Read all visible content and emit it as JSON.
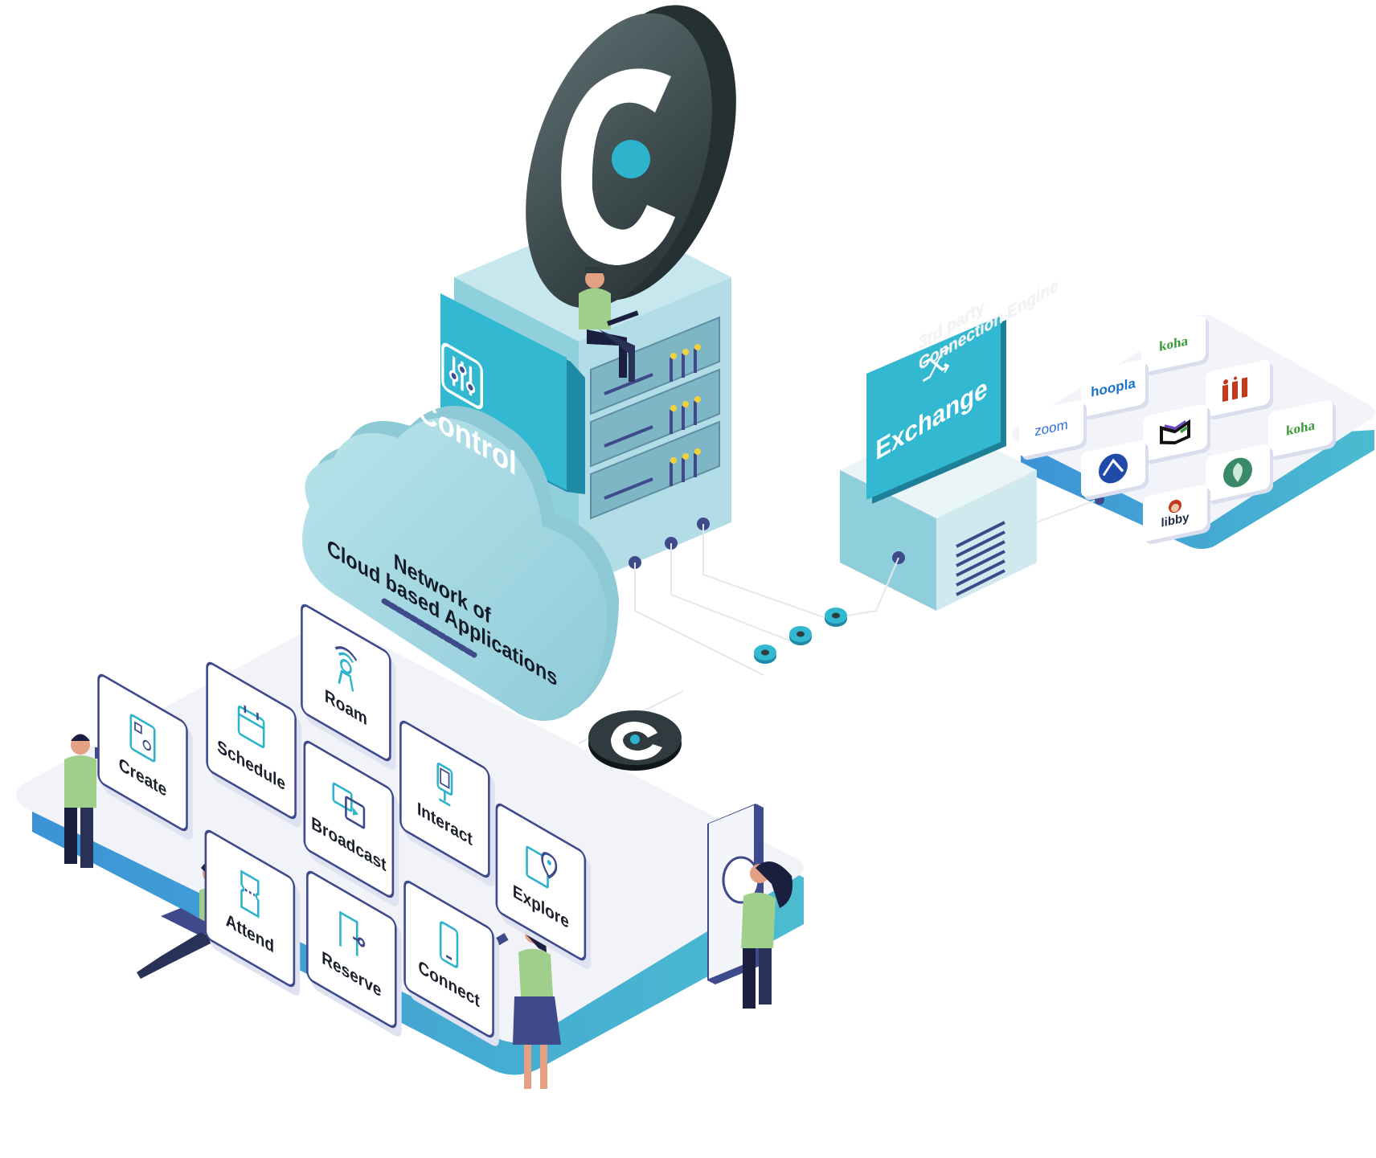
{
  "diagram": {
    "control_label": "Control",
    "exchange_label": "Exchange",
    "cloud_title_line1": "Network of",
    "cloud_title_line2": "Cloud based Applications",
    "engine_label_line1": "3rd party",
    "engine_label_line2": "Connection Engine",
    "apps": [
      {
        "label": "Roam",
        "icon": "person-signal-icon"
      },
      {
        "label": "Schedule",
        "icon": "calendar-icon"
      },
      {
        "label": "Interact",
        "icon": "kiosk-icon"
      },
      {
        "label": "Create",
        "icon": "device-icon"
      },
      {
        "label": "Broadcast",
        "icon": "video-icon"
      },
      {
        "label": "Explore",
        "icon": "map-pin-icon"
      },
      {
        "label": "Attend",
        "icon": "ticket-icon"
      },
      {
        "label": "Connect",
        "icon": "phone-icon"
      },
      {
        "label": "Reserve",
        "icon": "door-key-icon"
      }
    ],
    "partners": [
      {
        "label": "koha",
        "color": "#3c9a3c"
      },
      {
        "label": "hoopla",
        "color": "#1a73c9"
      },
      {
        "label": "zoom",
        "color": "#2d6fd6"
      },
      {
        "label": "koha",
        "color": "#3c9a3c"
      },
      {
        "label": "libby",
        "color": "#1f2a44"
      }
    ],
    "colors": {
      "teal": "#2db3cc",
      "server_body": "#a9dbe4",
      "dark_disc": "#2f3b3f",
      "tile_border": "#3e4a8a"
    }
  }
}
